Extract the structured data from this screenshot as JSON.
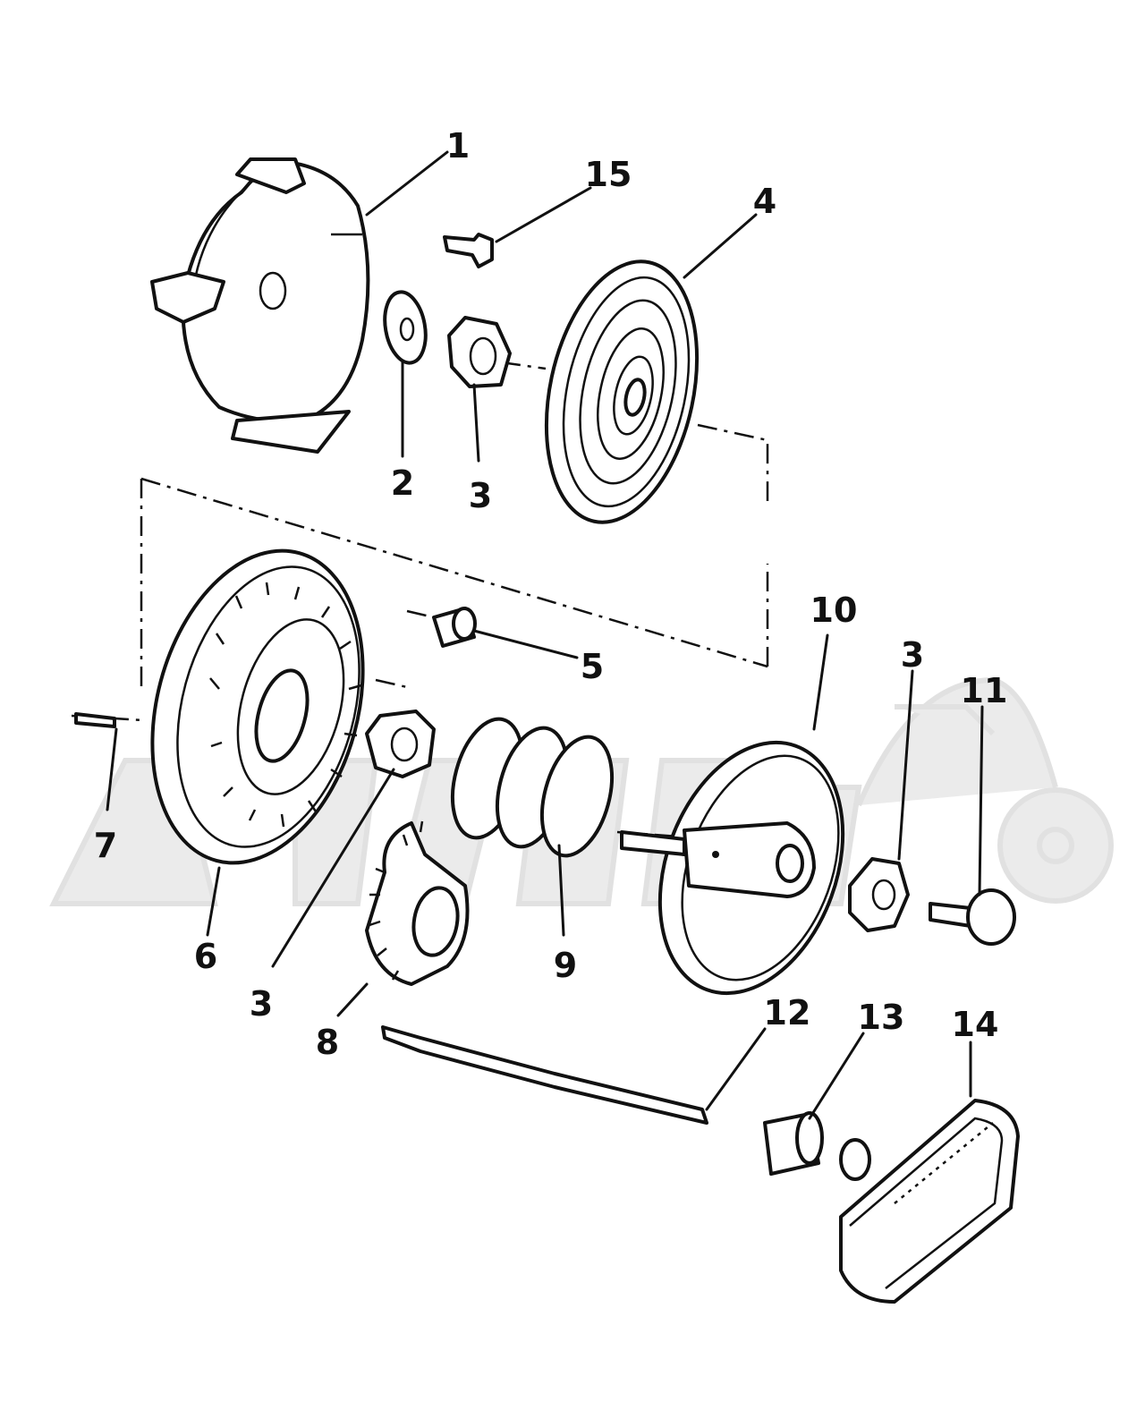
{
  "diagram": {
    "type": "exploded-parts-diagram",
    "part_labels": [
      {
        "id": "p1",
        "text": "1"
      },
      {
        "id": "p15",
        "text": "15"
      },
      {
        "id": "p4",
        "text": "4"
      },
      {
        "id": "p2",
        "text": "2"
      },
      {
        "id": "p3a",
        "text": "3"
      },
      {
        "id": "p10",
        "text": "10"
      },
      {
        "id": "p5",
        "text": "5"
      },
      {
        "id": "p3b",
        "text": "3"
      },
      {
        "id": "p11",
        "text": "11"
      },
      {
        "id": "p7",
        "text": "7"
      },
      {
        "id": "p6",
        "text": "6"
      },
      {
        "id": "p9",
        "text": "9"
      },
      {
        "id": "p3c",
        "text": "3"
      },
      {
        "id": "p8",
        "text": "8"
      },
      {
        "id": "p12",
        "text": "12"
      },
      {
        "id": "p13",
        "text": "13"
      },
      {
        "id": "p14",
        "text": "14"
      }
    ]
  },
  "watermark": {
    "text": "ALTAVISTA",
    "color": "#e9e9e9"
  }
}
